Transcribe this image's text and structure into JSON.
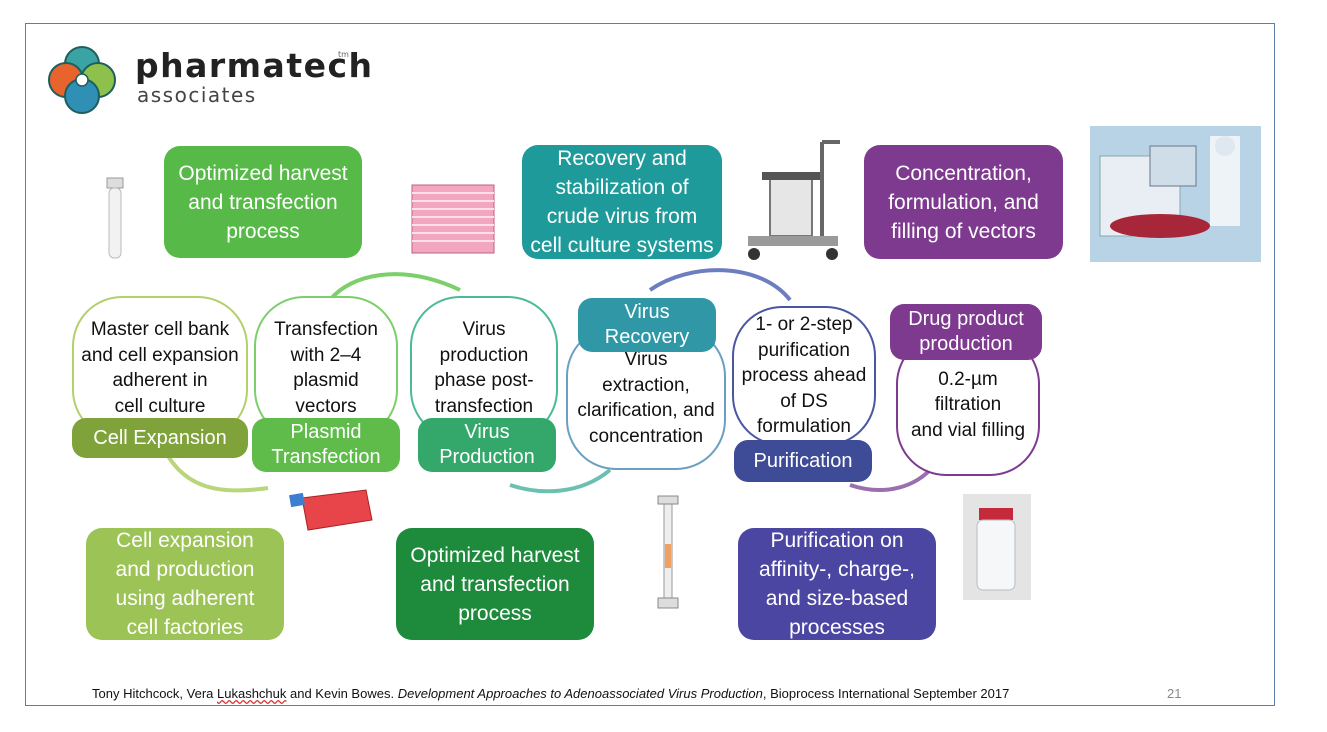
{
  "logo": {
    "name": "pharmatech",
    "tm": "tm",
    "sub": "associates"
  },
  "top_boxes": [
    {
      "text": "Optimized harvest\nand transfection\nprocess",
      "color": "#57b947"
    },
    {
      "text": "Recovery and\nstabilization of\ncrude virus from\ncell culture systems",
      "color": "#1f9a9a"
    },
    {
      "text": "Concentration,\nformulation, and\nfilling of vectors",
      "color": "#7d3a8e"
    }
  ],
  "stages": [
    {
      "circle_text": "Master cell bank\nand cell expansion\nadherent in\ncell culture",
      "label": "Cell Expansion",
      "color": "#7fa33a"
    },
    {
      "circle_text": "Transfection\nwith 2–4\nplasmid\nvectors",
      "label": "Plasmid\nTransfection",
      "color": "#5fbb4a"
    },
    {
      "circle_text": "Virus\nproduction\nphase post-\ntransfection",
      "label": "Virus\nProduction",
      "color": "#34a86a"
    },
    {
      "circle_text": "Virus\nextraction,\nclarification, and\nconcentration",
      "label": "Virus\nRecovery",
      "color": "#2f97a6"
    },
    {
      "circle_text": "1- or 2-step\npurification\nprocess ahead\nof DS\nformulation",
      "label": "Purification",
      "color": "#3e4b97"
    },
    {
      "circle_text": "0.2-µm\nfiltration\nand vial filling",
      "label": "Drug product\nproduction",
      "color": "#7d3a8e"
    }
  ],
  "bottom_boxes": [
    {
      "text": "Cell expansion\nand production\nusing adherent\ncell factories",
      "color": "#9cc355"
    },
    {
      "text": "Optimized harvest\nand transfection\nprocess",
      "color": "#1e8a3c"
    },
    {
      "text": "Purification on\naffinity-, charge-,\nand size-based\nprocesses",
      "color": "#4b46a1"
    }
  ],
  "footer": {
    "authors_pre": "Tony Hitchcock, Vera ",
    "authors_squig": "Lukashchuk",
    "authors_post": " and Kevin Bowes. ",
    "title": "Development Approaches to Adenoassociated Virus Production",
    "journal": ", Bioprocess International  September 2017"
  },
  "page_number": "21"
}
